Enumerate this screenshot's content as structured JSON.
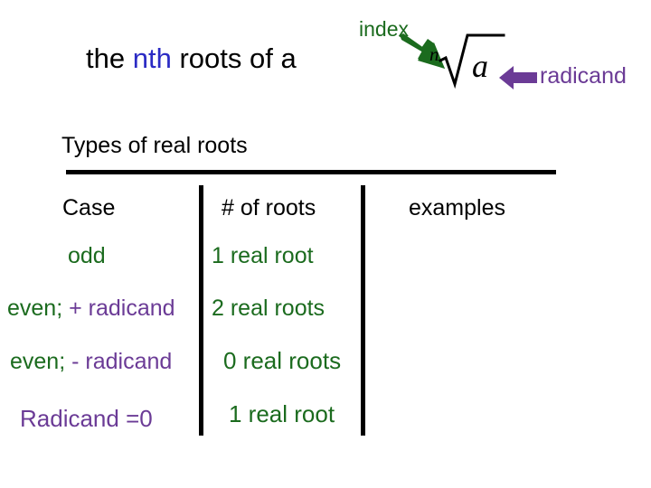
{
  "slide": {
    "title_prefix": "the ",
    "title_highlight": "nth",
    "title_suffix": " roots of a",
    "subtitle": "Types of real roots"
  },
  "annotations": {
    "index_label": "index",
    "radicand_label": "radicand",
    "green_arrow_icon": "arrow-down-right-icon",
    "purple_arrow_icon": "arrow-left-icon"
  },
  "radical": {
    "index": "n",
    "radicand": "a",
    "symbol": "radical-sign-icon"
  },
  "colors": {
    "blue": "#2B2BC4",
    "green": "#1B6B1E",
    "purple": "#6B3B96",
    "black": "#000000",
    "background": "#FFFFFF"
  },
  "table": {
    "headers": [
      "Case",
      "# of roots",
      "examples"
    ],
    "rows": [
      {
        "case_green": "odd",
        "case_purple": "",
        "roots": "1 real root",
        "examples": ""
      },
      {
        "case_green": "even;",
        "case_purple": " + radicand",
        "roots": "2 real roots",
        "examples": ""
      },
      {
        "case_green": "even;",
        "case_purple": " - radicand",
        "roots": "0 real roots",
        "examples": ""
      },
      {
        "case_green": "",
        "case_purple": "Radicand =0",
        "roots": "1 real root",
        "examples": ""
      }
    ]
  }
}
